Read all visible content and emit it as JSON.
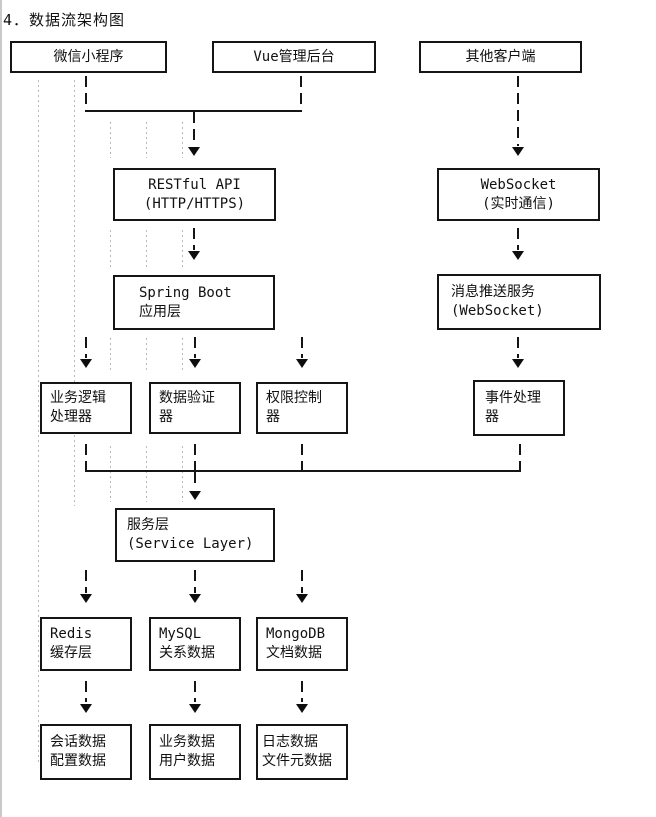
{
  "title": "4．数据流架构图",
  "colors": {
    "background": "#ffffff",
    "text": "#111111",
    "box_border": "#151515",
    "connector_line": "#151515",
    "indent_guide": "#b9b9b9",
    "pane_border": "#c9c9c9"
  },
  "diagram": {
    "boxes": [
      {
        "id": "wechat-mini-program",
        "lines": [
          "微信小程序"
        ]
      },
      {
        "id": "vue-admin-backend",
        "lines": [
          "Vue管理后台"
        ]
      },
      {
        "id": "other-clients",
        "lines": [
          "其他客户端"
        ]
      },
      {
        "id": "restful-api",
        "lines": [
          "RESTful API",
          "(HTTP/HTTPS)"
        ]
      },
      {
        "id": "websocket",
        "lines": [
          "WebSocket",
          "(实时通信)"
        ]
      },
      {
        "id": "spring-boot-app",
        "lines": [
          "Spring Boot",
          "应用层"
        ]
      },
      {
        "id": "message-push-service",
        "lines": [
          "消息推送服务",
          "(WebSocket)"
        ]
      },
      {
        "id": "business-logic-handler",
        "lines": [
          "业务逻辑",
          "处理器"
        ]
      },
      {
        "id": "data-validator",
        "lines": [
          "数据验证",
          "器"
        ]
      },
      {
        "id": "permission-controller",
        "lines": [
          "权限控制",
          "器"
        ]
      },
      {
        "id": "event-handler",
        "lines": [
          "事件处理",
          "器"
        ]
      },
      {
        "id": "service-layer",
        "lines": [
          "服务层",
          "(Service Layer)"
        ]
      },
      {
        "id": "redis-cache",
        "lines": [
          "Redis",
          "缓存层"
        ]
      },
      {
        "id": "mysql-relational",
        "lines": [
          "MySQL",
          "关系数据"
        ]
      },
      {
        "id": "mongodb-document",
        "lines": [
          "MongoDB",
          "文档数据"
        ]
      },
      {
        "id": "session-config-data",
        "lines": [
          "会话数据",
          "配置数据"
        ]
      },
      {
        "id": "business-user-data",
        "lines": [
          "业务数据",
          "用户数据"
        ]
      },
      {
        "id": "log-filemeta-data",
        "lines": [
          "日志数据",
          "文件元数据"
        ]
      }
    ]
  }
}
